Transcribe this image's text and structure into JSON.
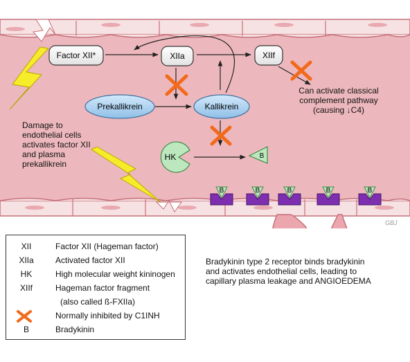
{
  "nodes": {
    "factor_xii": "Factor XII*",
    "xiia": "XIIa",
    "xiif": "XIIf",
    "prekallikrein": "Prekallikrein",
    "kallikrein": "Kallikrein",
    "hk": "HK",
    "bradykinin": "B"
  },
  "notes": {
    "damage": [
      "Damage to",
      "endothelial cells",
      "activates factor XII",
      "and plasma",
      "prekallikrein"
    ],
    "complement": [
      "Can activate classical",
      "complement pathway",
      "(causing ↓C4)"
    ],
    "receptor": [
      "Bradykinin type 2 receptor binds bradykinin",
      "and activates endothelial cells, leading to",
      "capillary plasma leakage and ANGIOEDEMA"
    ]
  },
  "legend": {
    "rows": [
      {
        "abbr": "XII",
        "definition": "Factor XII (Hageman factor)"
      },
      {
        "abbr": "XIIa",
        "definition": "Activated factor XII"
      },
      {
        "abbr": "HK",
        "definition": "High molecular weight kininogen"
      },
      {
        "abbr": "XIIf",
        "definition": "Hageman factor fragment"
      },
      {
        "abbr": "",
        "definition": "(also called ß-FXIIa)"
      },
      {
        "abbr": "",
        "definition": "Normally inhibited by C1INH",
        "icon": "inhibition-x-icon"
      },
      {
        "abbr": "B",
        "definition": "Bradykinin"
      }
    ]
  },
  "receptors": [
    "B",
    "B",
    "B",
    "B",
    "B"
  ],
  "signature": "GBJ",
  "colors": {
    "vessel_interior": "#edb8bd",
    "cell_fill": "#f7e2e3",
    "cell_border": "#c56f78",
    "inhibitor": "#f26a1b",
    "lightning": "#f6ec2a",
    "enzyme": "#a8cfee",
    "receptor": "#7d2fb0",
    "kinin": "#bde8bf"
  }
}
